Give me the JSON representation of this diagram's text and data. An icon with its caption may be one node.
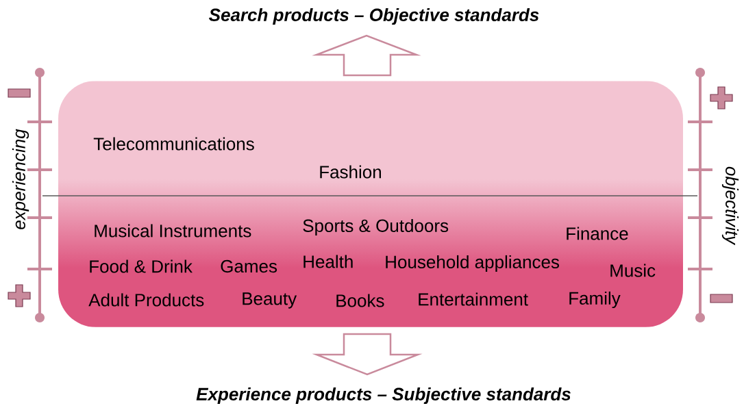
{
  "diagram": {
    "title": "Search products – Objective standards",
    "caption": "Experience products – Subjective standards",
    "nodes": [
      {
        "text": [
          "Telecommunications",
          "Fashion",
          "Musical Instruments",
          "Sports & Outdoors",
          "Finance",
          "Food & Drink",
          "Games",
          "Health",
          "Household appliances",
          "Music",
          "Adult Products",
          "Beauty",
          "Books",
          "Entertainment",
          "Family"
        ]
      }
    ],
    "labels": [
      "experiencing",
      "objectivity"
    ]
  }
}
